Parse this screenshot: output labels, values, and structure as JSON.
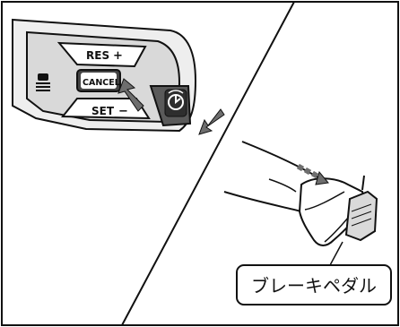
{
  "figure": {
    "panel_labels": {
      "res": "RES",
      "res_symbol": "+",
      "cancel": "CANCEL",
      "set": "SET",
      "set_symbol": "−"
    },
    "callout_text": "ブレーキペダル",
    "colors": {
      "line": "#111111",
      "panel_gray": "#d9d9d9",
      "button_dark": "#444444",
      "arrow": "#6e6e6e",
      "background": "#ffffff"
    },
    "icons": [
      "distance-following-icon",
      "cruise-control-switch-icon"
    ]
  }
}
